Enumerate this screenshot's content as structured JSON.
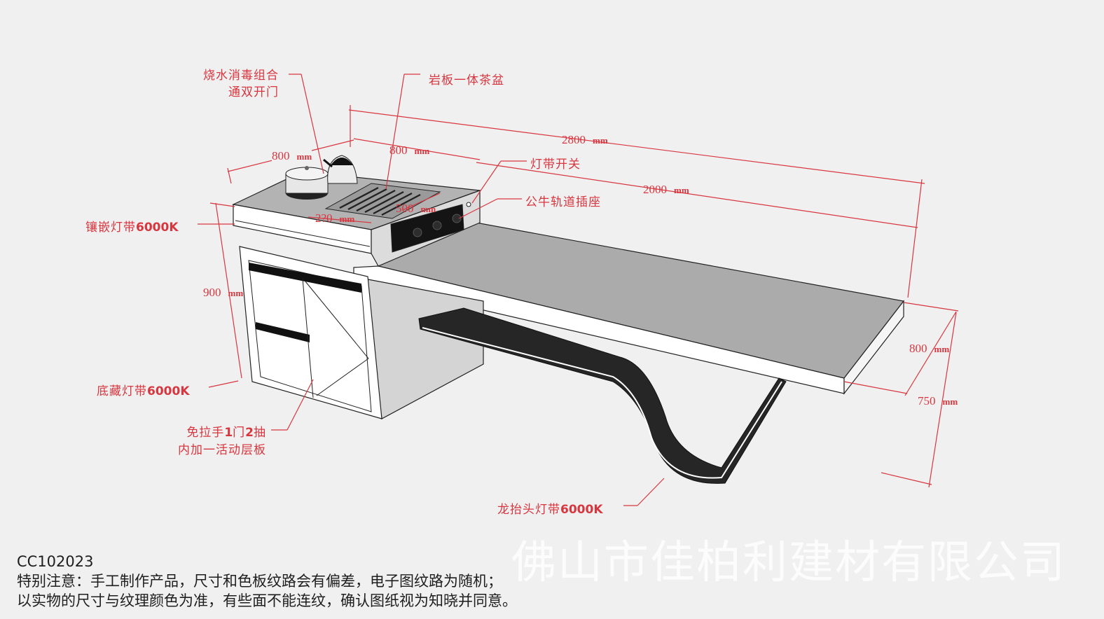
{
  "callouts": {
    "kettle_combo_line1": "烧水消毒组合",
    "kettle_combo_line2": "通双开门",
    "stone_tea_tray": "岩板一体茶盆",
    "light_switch": "灯带开关",
    "bull_socket": "公牛轨道插座",
    "inlay_light_text": "镶嵌灯带",
    "inlay_light_k": "6000K",
    "bottom_light_text": "底藏灯带",
    "bottom_light_k": "6000K",
    "handleless_text_a": "免拉手",
    "handleless_num1": "1",
    "handleless_text_b": "门",
    "handleless_num2": "2",
    "handleless_text_c": "抽",
    "shelf": "内加一活动层板",
    "dragon_light_text": "龙抬头灯带",
    "dragon_light_k": "6000K"
  },
  "dimensions": {
    "unit": "mm",
    "overall_length": "2800",
    "table_length": "2000",
    "cabinet_width": "800",
    "cabinet_depth": "800",
    "tray_length": "500",
    "tray_width": "2?0",
    "cabinet_height": "900",
    "table_depth": "800",
    "table_height": "750"
  },
  "footer": {
    "model_code": "CC102023",
    "notice_line1": "特别注意：手工制作产品，尺寸和色板纹路会有偏差，电子图纹路为随机；",
    "notice_line2": "以实物的尺寸与纹理颜色为准，有些面不能连纹，确认图纸视为知晓并同意。"
  },
  "watermark": "佛山市佳柏利建材有限公司",
  "colors": {
    "annotation": "#d8363f",
    "background": "#f0f0f0",
    "countertop": "#a9a9a9",
    "dark_panel": "#2a2a2a"
  }
}
